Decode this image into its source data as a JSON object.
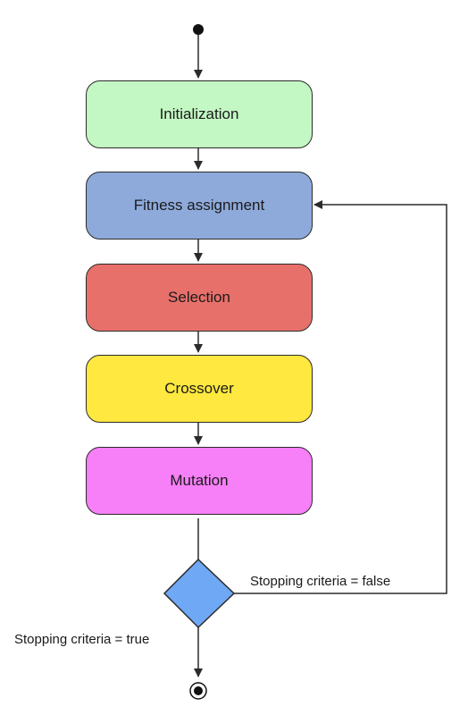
{
  "steps": [
    {
      "id": "initialization",
      "label": "Initialization",
      "color": "#c3f7c3"
    },
    {
      "id": "fitness",
      "label": "Fitness assignment",
      "color": "#8eaadb"
    },
    {
      "id": "selection",
      "label": "Selection",
      "color": "#e8706b"
    },
    {
      "id": "crossover",
      "label": "Crossover",
      "color": "#ffe83f"
    },
    {
      "id": "mutation",
      "label": "Mutation",
      "color": "#f77ff7"
    }
  ],
  "decision": {
    "color": "#6fa8f5",
    "false_label": "Stopping criteria = false",
    "true_label": "Stopping criteria = true"
  },
  "nodes": {
    "start": "start-node",
    "end": "end-node"
  },
  "line_color": "#2b2b2b"
}
